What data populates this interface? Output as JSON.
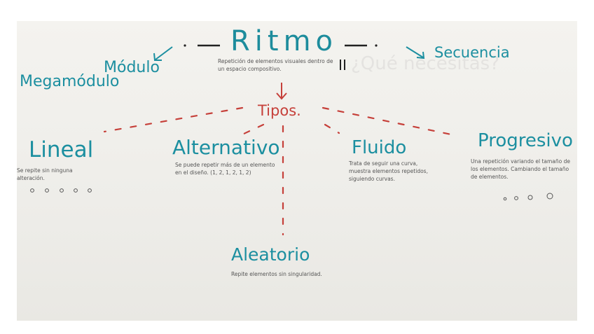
{
  "title": "Ritmo",
  "definition": "Repetición de elementos visuales dentro de un espacio compositivo.",
  "related": {
    "modulo": "Módulo",
    "megamodulo": "Megamódulo",
    "secuencia": "Secuencia"
  },
  "tipos_label": "Tipos.",
  "types": [
    {
      "name": "Lineal",
      "desc": "Se repite sin ninguna alteración."
    },
    {
      "name": "Alternativo",
      "desc": "Se puede repetir más de un elemento en el diseño. (1, 2, 1, 2, 1, 2)"
    },
    {
      "name": "Fluido",
      "desc": "Trata de seguir una curva, muestra elementos repetidos, siguiendo curvas."
    },
    {
      "name": "Progresivo",
      "desc": "Una repetición variando el tamaño de los elementos. Cambiando el tamaño de elementos."
    },
    {
      "name": "Aleatorio",
      "desc": "Repite elementos sin singularidad."
    }
  ],
  "background_ghost": {
    "line1": "¿Qué necesitas?"
  },
  "colors": {
    "teal": "#1c8fa0",
    "red": "#c6403a",
    "paper": "#f0efeb"
  }
}
